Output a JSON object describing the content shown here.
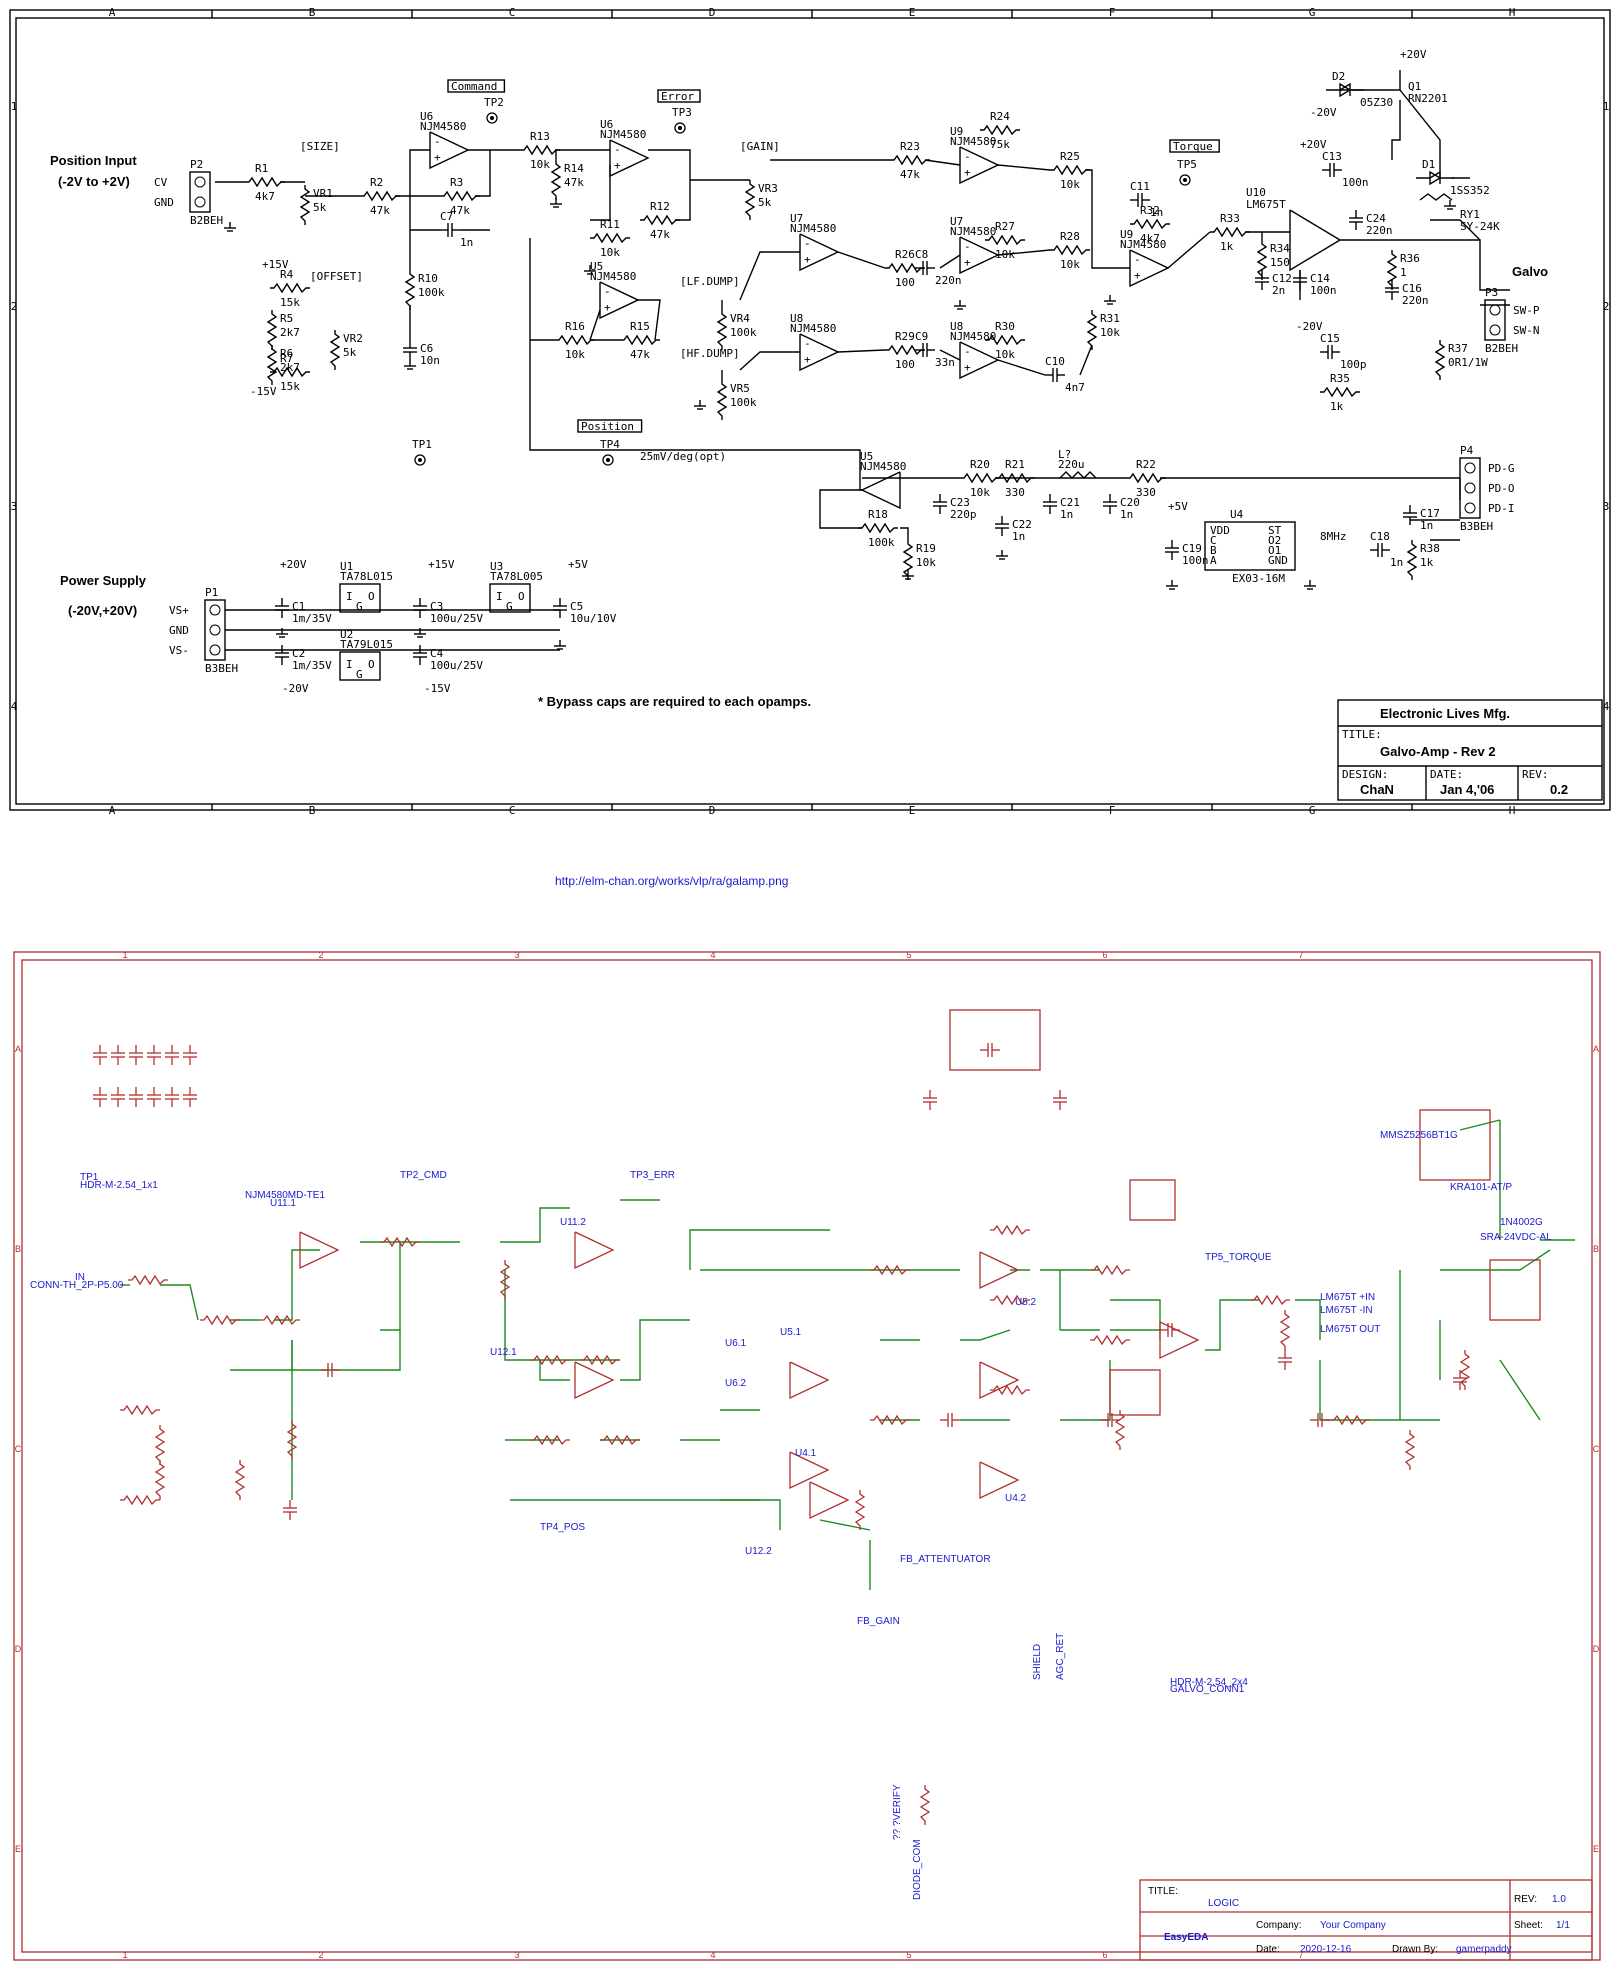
{
  "url": "http://elm-chan.org/works/vlp/ra/galamp.png",
  "top": {
    "grid_cols": [
      "A",
      "B",
      "C",
      "D",
      "E",
      "F",
      "G",
      "H"
    ],
    "grid_rows": [
      "1",
      "2",
      "3",
      "4"
    ],
    "labels": {
      "position_input": "Position Input",
      "position_range": "(-2V to +2V)",
      "power_supply": "Power Supply",
      "power_range": "(-20V,+20V)",
      "bypass_note": "* Bypass caps are required to each opamps.",
      "galvo": "Galvo",
      "cmd": "Command",
      "err": "Error",
      "torque": "Torque",
      "position": "Position",
      "size": "[SIZE]",
      "offset": "[OFFSET]",
      "gain": "[GAIN]",
      "lf_dump": "[LF.DUMP]",
      "hf_dump": "[HF.DUMP]",
      "scale": "25mV/deg(opt)",
      "osc": "8MHz"
    },
    "components": [
      {
        "ref": "P2",
        "val": "B2BEH"
      },
      {
        "ref": "R1",
        "val": "4k7"
      },
      {
        "ref": "VR1",
        "val": "5k"
      },
      {
        "ref": "R2",
        "val": "47k"
      },
      {
        "ref": "R3",
        "val": "47k"
      },
      {
        "ref": "C7",
        "val": "1n"
      },
      {
        "ref": "U6",
        "val": "NJM4580"
      },
      {
        "ref": "TP2",
        "val": ""
      },
      {
        "ref": "R13",
        "val": "10k"
      },
      {
        "ref": "R14",
        "val": "47k"
      },
      {
        "ref": "TP3",
        "val": ""
      },
      {
        "ref": "R12",
        "val": "47k"
      },
      {
        "ref": "R11",
        "val": "10k"
      },
      {
        "ref": "R10",
        "val": "100k"
      },
      {
        "ref": "C6",
        "val": "10n"
      },
      {
        "ref": "R4",
        "val": "15k"
      },
      {
        "ref": "R5",
        "val": "2k7"
      },
      {
        "ref": "R6",
        "val": "2k7"
      },
      {
        "ref": "R7",
        "val": "15k"
      },
      {
        "ref": "VR2",
        "val": "5k"
      },
      {
        "ref": "U5",
        "val": "NJM4580"
      },
      {
        "ref": "R16",
        "val": "10k"
      },
      {
        "ref": "R15",
        "val": "47k"
      },
      {
        "ref": "VR4",
        "val": "100k"
      },
      {
        "ref": "VR5",
        "val": "100k"
      },
      {
        "ref": "VR3",
        "val": "5k"
      },
      {
        "ref": "R23",
        "val": "47k"
      },
      {
        "ref": "R24",
        "val": "75k"
      },
      {
        "ref": "U9",
        "val": "NJM4580"
      },
      {
        "ref": "R25",
        "val": "10k"
      },
      {
        "ref": "U7",
        "val": "NJM4580"
      },
      {
        "ref": "R26",
        "val": "100"
      },
      {
        "ref": "C8",
        "val": "220n"
      },
      {
        "ref": "R27",
        "val": "10k"
      },
      {
        "ref": "R28",
        "val": "10k"
      },
      {
        "ref": "U8",
        "val": "NJM4580"
      },
      {
        "ref": "R29",
        "val": "100"
      },
      {
        "ref": "C9",
        "val": "33n"
      },
      {
        "ref": "R30",
        "val": "10k"
      },
      {
        "ref": "C10",
        "val": "4n7"
      },
      {
        "ref": "R31",
        "val": "10k"
      },
      {
        "ref": "C11",
        "val": "1n"
      },
      {
        "ref": "R32",
        "val": "4k7"
      },
      {
        "ref": "TP5",
        "val": ""
      },
      {
        "ref": "R33",
        "val": "1k"
      },
      {
        "ref": "R34",
        "val": "150"
      },
      {
        "ref": "C12",
        "val": "2n"
      },
      {
        "ref": "U10",
        "val": "LM675T"
      },
      {
        "ref": "C13",
        "val": "100n"
      },
      {
        "ref": "C14",
        "val": "100n"
      },
      {
        "ref": "C15",
        "val": "100p"
      },
      {
        "ref": "R35",
        "val": "1k"
      },
      {
        "ref": "C24",
        "val": "220n"
      },
      {
        "ref": "R36",
        "val": "1"
      },
      {
        "ref": "C16",
        "val": "220n"
      },
      {
        "ref": "R37",
        "val": "0R1/1W"
      },
      {
        "ref": "P3",
        "val": "B2BEH"
      },
      {
        "ref": "D2",
        "val": "05Z30"
      },
      {
        "ref": "Q1",
        "val": "RN2201"
      },
      {
        "ref": "D1",
        "val": "1SS352"
      },
      {
        "ref": "RY1",
        "val": "SY-24K"
      },
      {
        "ref": "TP1",
        "val": ""
      },
      {
        "ref": "TP4",
        "val": ""
      },
      {
        "ref": "R18",
        "val": "100k"
      },
      {
        "ref": "R19",
        "val": "10k"
      },
      {
        "ref": "R20",
        "val": "10k"
      },
      {
        "ref": "C23",
        "val": "220p"
      },
      {
        "ref": "R21",
        "val": "330"
      },
      {
        "ref": "C22",
        "val": "1n"
      },
      {
        "ref": "L?",
        "val": "220u"
      },
      {
        "ref": "C21",
        "val": "1n"
      },
      {
        "ref": "R22",
        "val": "330"
      },
      {
        "ref": "C20",
        "val": "1n"
      },
      {
        "ref": "P4",
        "val": "B3BEH"
      },
      {
        "ref": "U4",
        "val": "EX03-16M"
      },
      {
        "ref": "C19",
        "val": "100n"
      },
      {
        "ref": "C17",
        "val": "1n"
      },
      {
        "ref": "C18",
        "val": "1n"
      },
      {
        "ref": "R38",
        "val": "1k"
      },
      {
        "ref": "P1",
        "val": "B3BEH"
      },
      {
        "ref": "U1",
        "val": "TA78L015"
      },
      {
        "ref": "U2",
        "val": "TA79L015"
      },
      {
        "ref": "U3",
        "val": "TA78L005"
      },
      {
        "ref": "C1",
        "val": "1m/35V"
      },
      {
        "ref": "C2",
        "val": "1m/35V"
      },
      {
        "ref": "C3",
        "val": "100u/25V"
      },
      {
        "ref": "C4",
        "val": "100u/25V"
      },
      {
        "ref": "C5",
        "val": "10u/10V"
      }
    ],
    "pins": {
      "p2": [
        "CV",
        "GND"
      ],
      "p1": [
        "VS+",
        "GND",
        "VS-"
      ],
      "p3": [
        "SW-P",
        "SW-N"
      ],
      "p4": [
        "PD-G",
        "PD-O",
        "PD-I"
      ],
      "u4": [
        "VDD",
        "C",
        "B",
        "A",
        "ST",
        "O2",
        "O1",
        "GND"
      ]
    },
    "rails": {
      "p20": "+20V",
      "m20": "-20V",
      "p15": "+15V",
      "m15": "-15V",
      "p5": "+5V"
    },
    "title_block": {
      "company": "Electronic Lives Mfg.",
      "title_label": "TITLE:",
      "title": "Galvo-Amp - Rev 2",
      "design_label": "DESIGN:",
      "designer": "ChaN",
      "date_label": "DATE:",
      "date": "Jan 4,'06",
      "rev_label": "REV:",
      "rev": "0.2"
    }
  },
  "bottom": {
    "grid_cols": [
      "1",
      "2",
      "3",
      "4",
      "5",
      "6",
      "7"
    ],
    "grid_rows": [
      "A",
      "B",
      "C",
      "D",
      "E"
    ],
    "labels": [
      {
        "t": "TP1"
      },
      {
        "t": "HDR-M-2.54_1x1"
      },
      {
        "t": "TP2_CMD"
      },
      {
        "t": "TP3_ERR"
      },
      {
        "t": "TP4_POS"
      },
      {
        "t": "TP5_TORQUE"
      },
      {
        "t": "IN"
      },
      {
        "t": "CONN-TH_2P-P5.00"
      },
      {
        "t": "NJM4580MD-TE1"
      },
      {
        "t": "U11.1"
      },
      {
        "t": "U11.2"
      },
      {
        "t": "U12.1"
      },
      {
        "t": "U12.2"
      },
      {
        "t": "U5.1"
      },
      {
        "t": "U5.2"
      },
      {
        "t": "U4.1"
      },
      {
        "t": "U4.2"
      },
      {
        "t": "U6.1"
      },
      {
        "t": "U6.2"
      },
      {
        "t": "FB_ATTENTUATOR"
      },
      {
        "t": "FB_GAIN"
      },
      {
        "t": "GALVO_CONN1"
      },
      {
        "t": "HDR-M-2.54_2x4"
      },
      {
        "t": "?? ?VERIFY"
      },
      {
        "t": "DIODE_COM"
      },
      {
        "t": "SHIELD"
      },
      {
        "t": "AGC_RET"
      },
      {
        "t": "LM675T +IN"
      },
      {
        "t": "LM675T -IN"
      },
      {
        "t": "LM675T OUT"
      },
      {
        "t": "KRA101-AT/P"
      },
      {
        "t": "MMSZ5256BT1G"
      },
      {
        "t": "SRA-24VDC-AL"
      },
      {
        "t": "1N4002G"
      }
    ],
    "title_block": {
      "title_label": "TITLE:",
      "title": "LOGIC",
      "rev_label": "REV:",
      "rev": "1.0",
      "company_label": "Company:",
      "company": "Your Company",
      "sheet_label": "Sheet:",
      "sheet": "1/1",
      "date_label": "Date:",
      "date": "2020-12-16",
      "drawn_label": "Drawn By:",
      "drawn_by": "gamerpaddy",
      "logo": "EasyEDA"
    }
  }
}
